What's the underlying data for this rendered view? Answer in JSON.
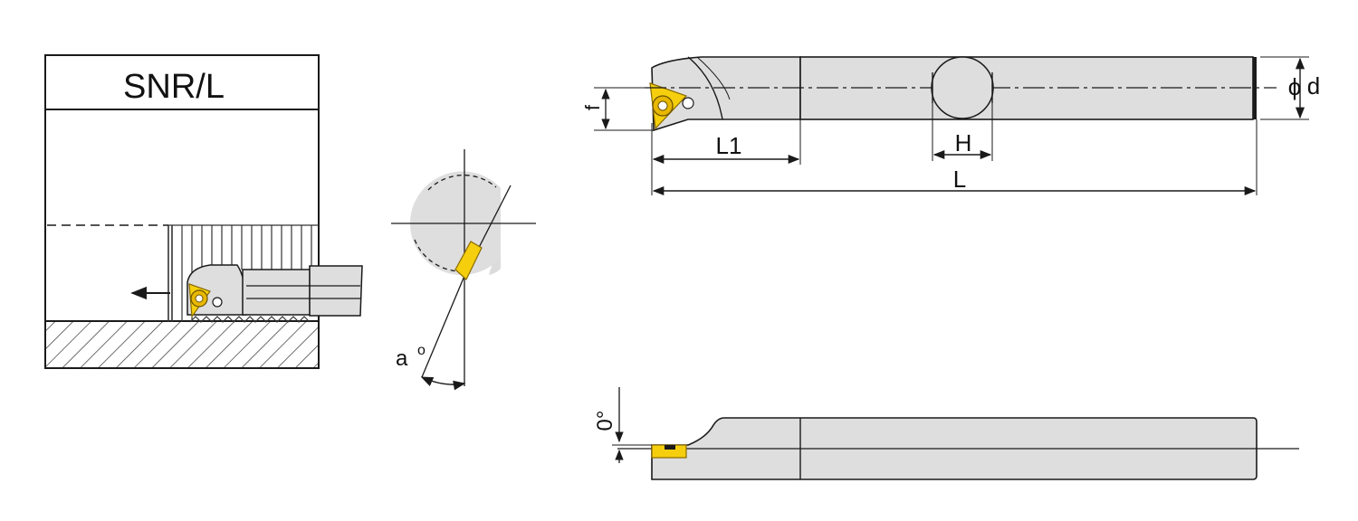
{
  "panel": {
    "title": "SNR/L"
  },
  "angle_detail": {
    "angle_label": "a",
    "degree_mark": "o"
  },
  "top_view": {
    "dim_f": "f",
    "dim_L1": "L1",
    "dim_H": "H",
    "dim_L": "L",
    "dim_phi": "ϕ",
    "dim_d": "d"
  },
  "side_view": {
    "angle_label": "0°"
  },
  "colors": {
    "insert": "#f5cf0e",
    "insert_dark": "#b58f00",
    "shank": "#dedede",
    "shank_dark": "#cfcfcf",
    "line": "#1a1a1a"
  }
}
